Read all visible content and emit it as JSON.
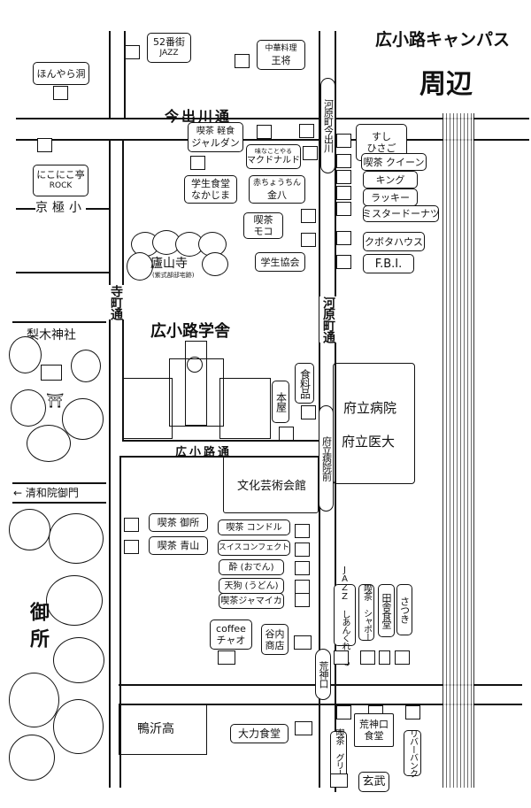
{
  "title": {
    "line1": "広小路キャンパス",
    "line2": "周辺"
  },
  "roads": {
    "imadegawa": "今出川通",
    "teramachi": "寺町通",
    "kawaramachi": "河原町通",
    "hirokoji": "広小路通"
  },
  "stops": {
    "kawaramachi_imadegawa": "河原町今出川",
    "furitsu_byoinmae": "府立病院前",
    "kojinguchi": "荒神口"
  },
  "places": {
    "honyarado": "ほんやら洞",
    "jazz52": [
      "52番街",
      "JAZZ"
    ],
    "ohsho": [
      "中華料理",
      "王将"
    ],
    "nikonikotei": [
      "にこにこ亭",
      "ROCK"
    ],
    "kyogokusho": "京極小",
    "jardin": [
      "喫茶 軽食",
      "ジャルダン"
    ],
    "mcdonalds": [
      "味なことやる",
      "マクドナルド"
    ],
    "nakajima": [
      "学生食堂",
      "なかじま"
    ],
    "kinpachi": [
      "赤ちょうちん",
      "金八"
    ],
    "moko": [
      "喫茶",
      "モコ"
    ],
    "coop": "学生協会",
    "hisago": [
      "すし",
      "ひさご"
    ],
    "queen": "喫茶 クイーン",
    "king": "キング",
    "lucky": "ラッキー",
    "misterdonut": "ミスタードーナツ",
    "kubotahouse": "クボタハウス",
    "fbi": "F.B.I.",
    "rozanji": [
      "廬山寺",
      "(紫式部邸宅跡)"
    ],
    "campus": "広小路学舎",
    "bookstore": "本屋",
    "grocery": "食料品",
    "hospital": [
      "府立病院",
      "府立医大"
    ],
    "nashinoki": "梨木神社",
    "seiwain": "← 清和院御門",
    "gosho": "御所",
    "bunka": "文化芸術会館",
    "gosho_cafe": "喫茶 御所",
    "aoyama": "喫茶 青山",
    "condor": "喫茶 コンドル",
    "swiss": "スイスコンフェクト",
    "sui": "酔 (おでん)",
    "tengu": "天狗 (うどん)",
    "jamaica": "喫茶ジャマイカ",
    "ciao": [
      "coffee",
      "チャオ"
    ],
    "yanai": [
      "谷内",
      "商店"
    ],
    "sian": "JAZZ しあんくれーる",
    "chapeau": "喫茶 シャポー",
    "inaka": "田舎食堂",
    "satsuki": "さつき",
    "ohki": "鴨沂高",
    "dairiki": "大力食堂",
    "green": "喫茶 グリーン",
    "kojinguchi_shokudo": [
      "荒神口",
      "食堂"
    ],
    "riverbank": "リバーバンク",
    "genbu": "玄武"
  }
}
